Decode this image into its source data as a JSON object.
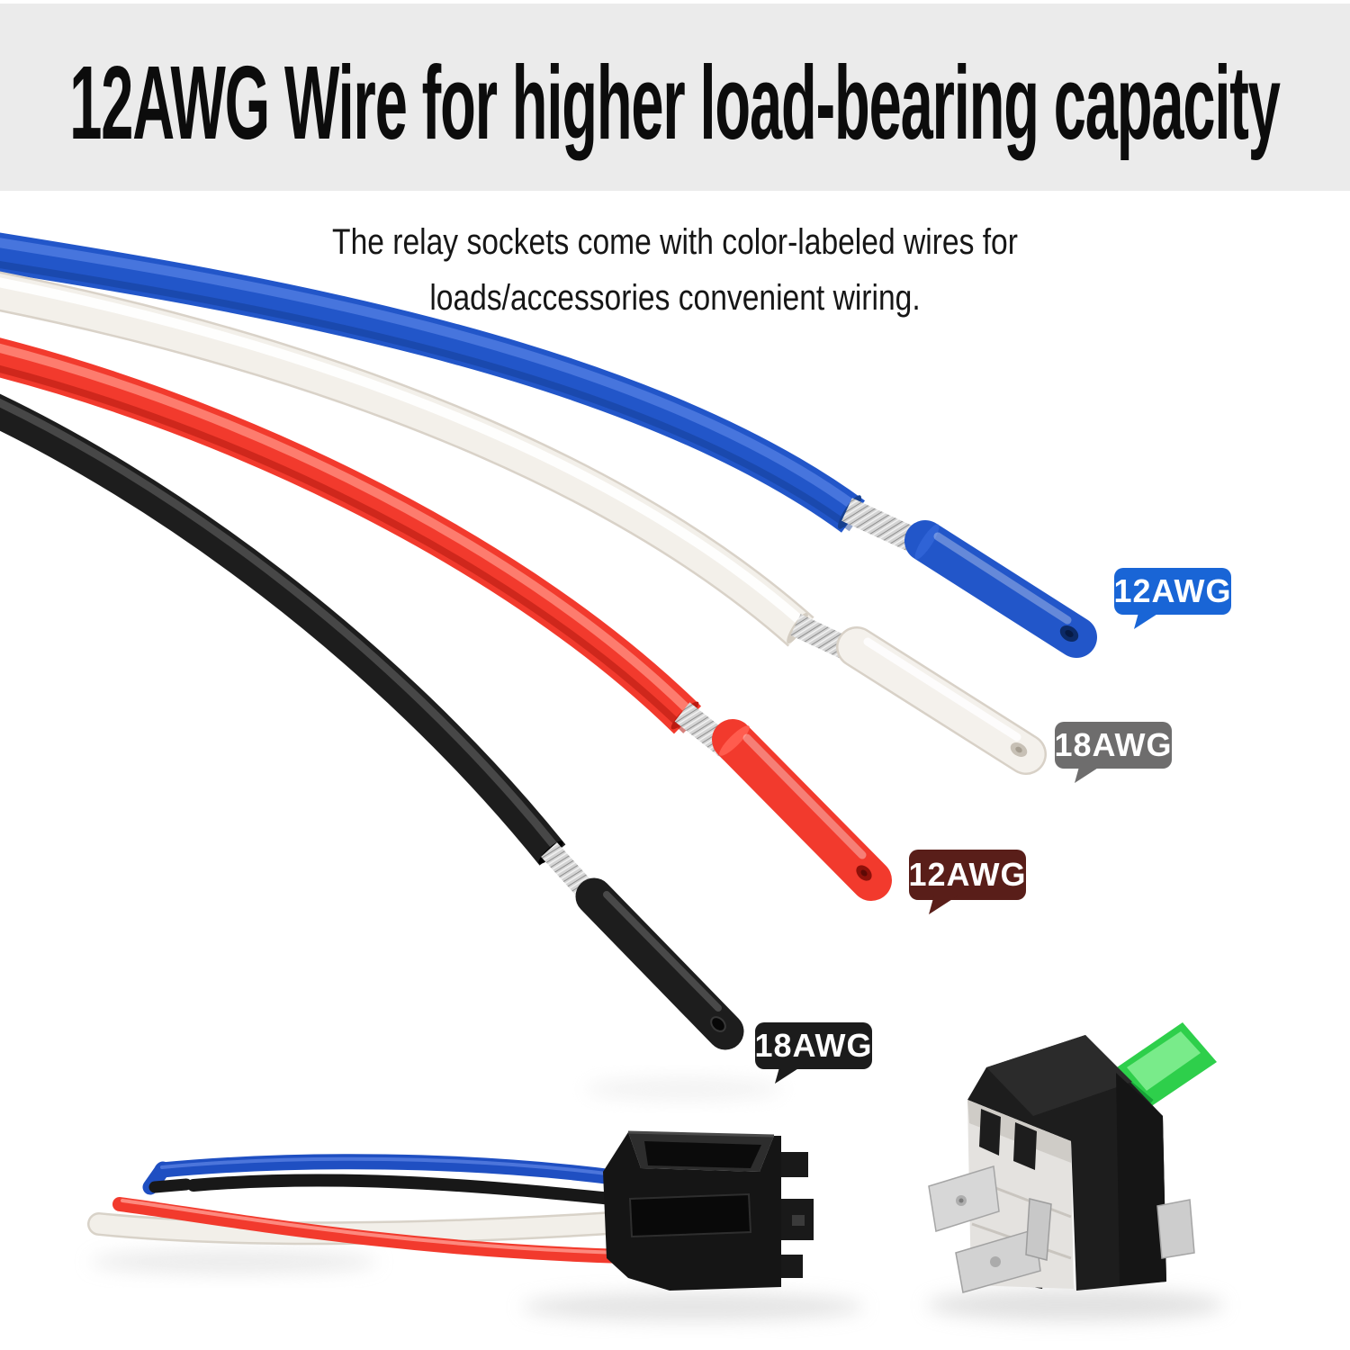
{
  "image_type": "product-infographic-photo",
  "header": {
    "title": "12AWG Wire for higher load-bearing capacity",
    "background_color": "#ebebeb",
    "text_color": "#0c0c0c"
  },
  "subtitle": {
    "line1": "The relay sockets come with color-labeled wires for",
    "line2": "loads/accessories convenient wiring."
  },
  "callouts": [
    {
      "text": "12AWG",
      "bubble_color": "#1965d6",
      "text_color": "#ffffff",
      "points_to": "blue wire tip"
    },
    {
      "text": "18AWG",
      "bubble_color": "#6e6d6d",
      "text_color": "#ffffff",
      "points_to": "white wire tip"
    },
    {
      "text": "12AWG",
      "bubble_color": "#591e19",
      "text_color": "#ffffff",
      "points_to": "red wire tip"
    },
    {
      "text": "18AWG",
      "bubble_color": "#1c1c1c",
      "text_color": "#ffffff",
      "points_to": "black wire tip"
    }
  ],
  "wires": {
    "blue": "#2256c9",
    "white": "#f3f0ea",
    "red": "#f23a2d",
    "black": "#1d1d1d",
    "bare_strands": "#d4d4d4"
  },
  "objects": {
    "relay_socket": "black 5-wire relay socket",
    "relay": "black automotive relay",
    "fuse_color": "#2ecf4b"
  }
}
